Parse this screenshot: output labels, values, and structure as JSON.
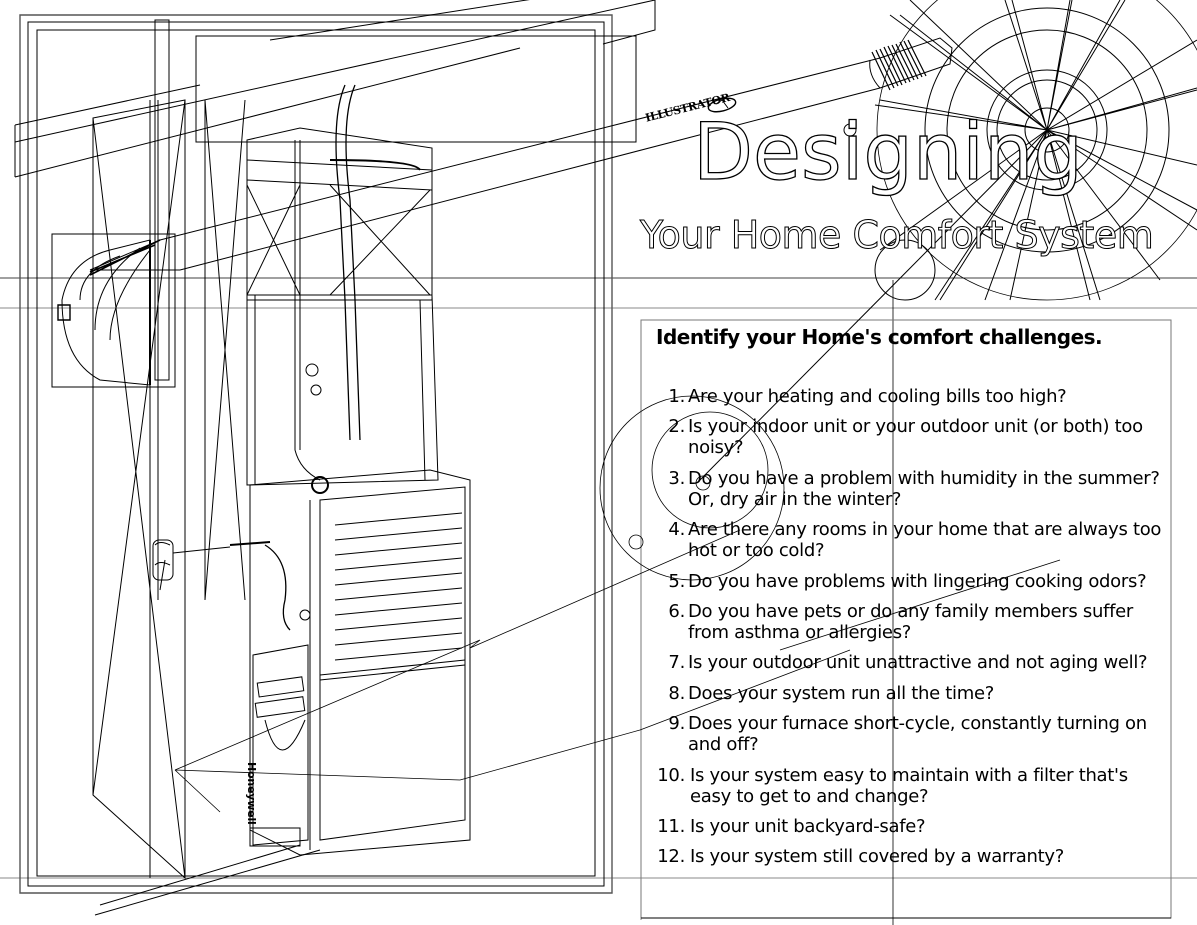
{
  "document": {
    "brand_label": "ILLUSTRATOR",
    "brand_logo": "pencil-brand-oval",
    "title": "Designing",
    "subtitle": "Your Home Comfort System",
    "panel": {
      "heading": "Identify your Home's comfort challenges.",
      "questions": [
        {
          "num": "1.",
          "text": "Are your heating and cooling bills too high?"
        },
        {
          "num": "2.",
          "text": "Is your indoor unit or your outdoor unit (or both) too noisy?"
        },
        {
          "num": "3.",
          "text": "Do you have a problem with humidity in the summer? Or, dry air in the winter?"
        },
        {
          "num": "4.",
          "text": "Are there any rooms in your home that are always too hot or too cold?"
        },
        {
          "num": "5.",
          "text": "Do you have problems with lingering cooking odors?"
        },
        {
          "num": "6.",
          "text": "Do you have pets or do any family members suffer from asthma or allergies?"
        },
        {
          "num": "7.",
          "text": "Is your outdoor unit unattractive and not aging well?"
        },
        {
          "num": "8.",
          "text": "Does your system run all the time?"
        },
        {
          "num": "9.",
          "text": "Does your furnace short-cycle, constantly turning on and off?"
        },
        {
          "num": "10.",
          "text": "Is your system easy to maintain with a filter that's easy to get to and change?"
        },
        {
          "num": "11.",
          "text": "Is your unit backyard-safe?"
        },
        {
          "num": "12.",
          "text": "Is your system still covered by a warranty?"
        }
      ]
    },
    "furnace": {
      "brand_text": "Honeywell"
    },
    "colors": {
      "stroke": "#000000",
      "guide": "#8a8a8a",
      "background": "#ffffff"
    }
  }
}
